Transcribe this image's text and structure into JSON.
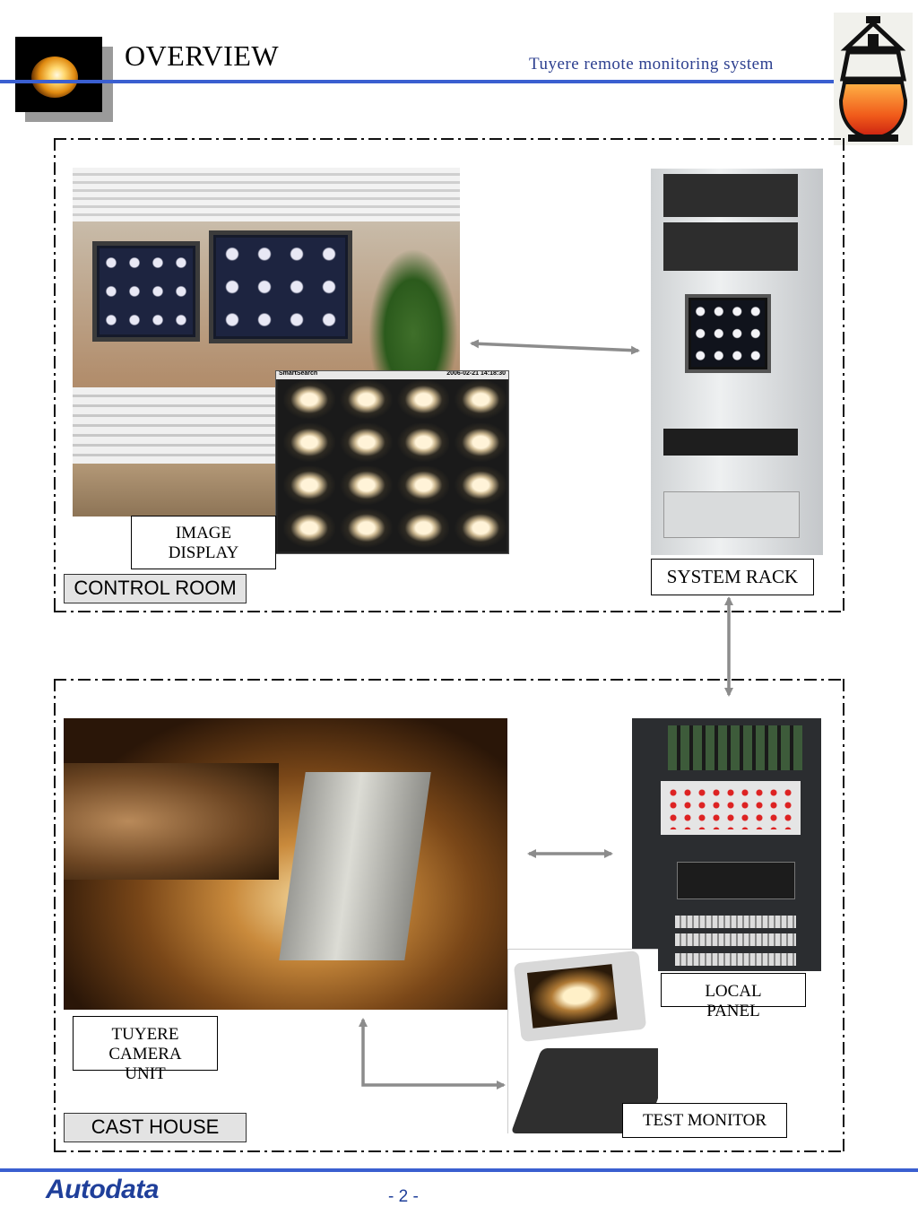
{
  "header": {
    "title": "OVERVIEW",
    "subtitle": "Tuyere remote monitoring system"
  },
  "top_section": {
    "section_label": "CONTROL ROOM",
    "image_display_label": "IMAGE\nDISPLAY",
    "system_rack_label": "SYSTEM RACK",
    "smartsearch_title": "SmartSearch",
    "smartsearch_timestamp": "2006-02-21 14:18:30"
  },
  "bottom_section": {
    "section_label": "CAST HOUSE",
    "tuyere_camera_label": "TUYERE\nCAMERA\nUNIT",
    "local_panel_label": "LOCAL\nPANEL",
    "test_monitor_label": "TEST MONITOR"
  },
  "footer": {
    "brand": "Autodata",
    "page_number": "- 2 -"
  },
  "colors": {
    "accent_blue": "#3a5fd0",
    "subtitle_blue": "#2c3f8f",
    "arrow_grey": "#8c8c8c",
    "label_grey": "#e3e3e3"
  },
  "icons": [
    "tuyere-flame-icon",
    "blast-furnace-icon",
    "double-arrow-icon",
    "elbow-arrow-icon"
  ]
}
